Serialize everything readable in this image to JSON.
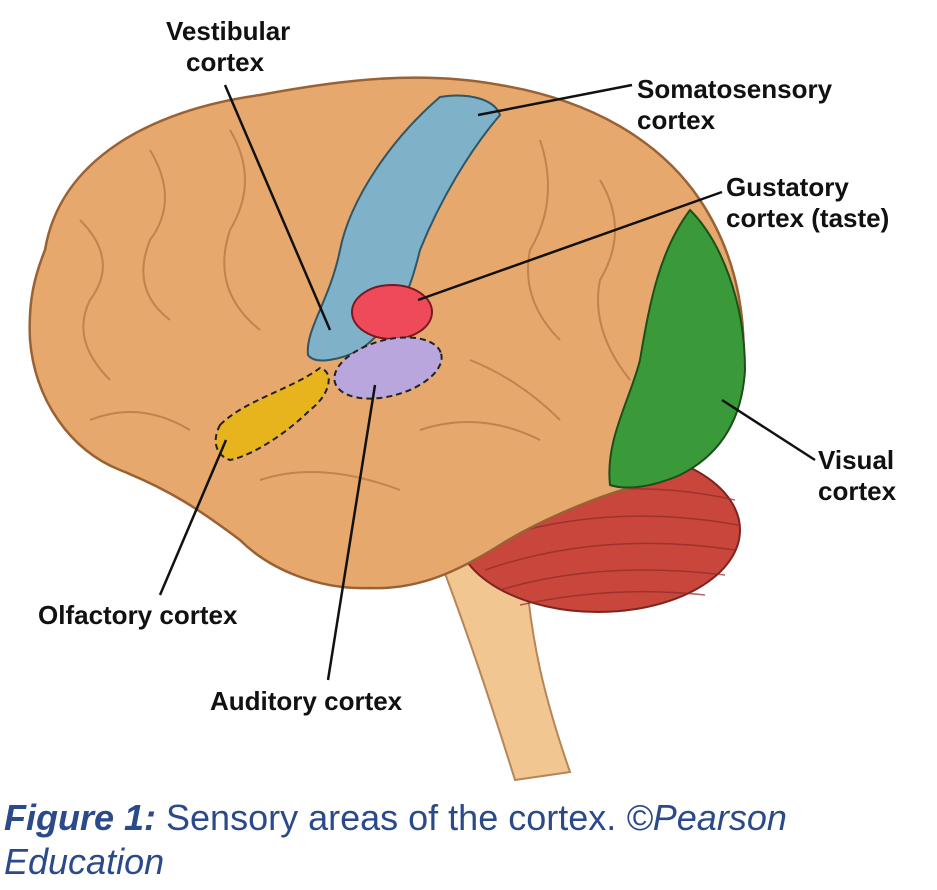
{
  "labels": {
    "vestibular": [
      "Vestibular",
      "cortex"
    ],
    "somatosensory": [
      "Somatosensory",
      "cortex"
    ],
    "gustatory": [
      "Gustatory",
      "cortex (taste)"
    ],
    "visual": [
      "Visual",
      "cortex"
    ],
    "olfactory": "Olfactory cortex",
    "auditory": "Auditory cortex"
  },
  "caption": {
    "figure": "Figure 1:",
    "text": " Sensory areas of the cortex. ",
    "credit": "©Pearson Education"
  },
  "colors": {
    "cortex": "#e6a86c",
    "somatosensory": "#7fb2c8",
    "gustatory": "#ee4a5a",
    "auditory": "#b9a6dc",
    "olfactory": "#e8b41e",
    "visual": "#3a9a3a",
    "cerebellum": "#c8463c",
    "brainstem": "#f2c690",
    "caption": "#2b4a8b"
  }
}
